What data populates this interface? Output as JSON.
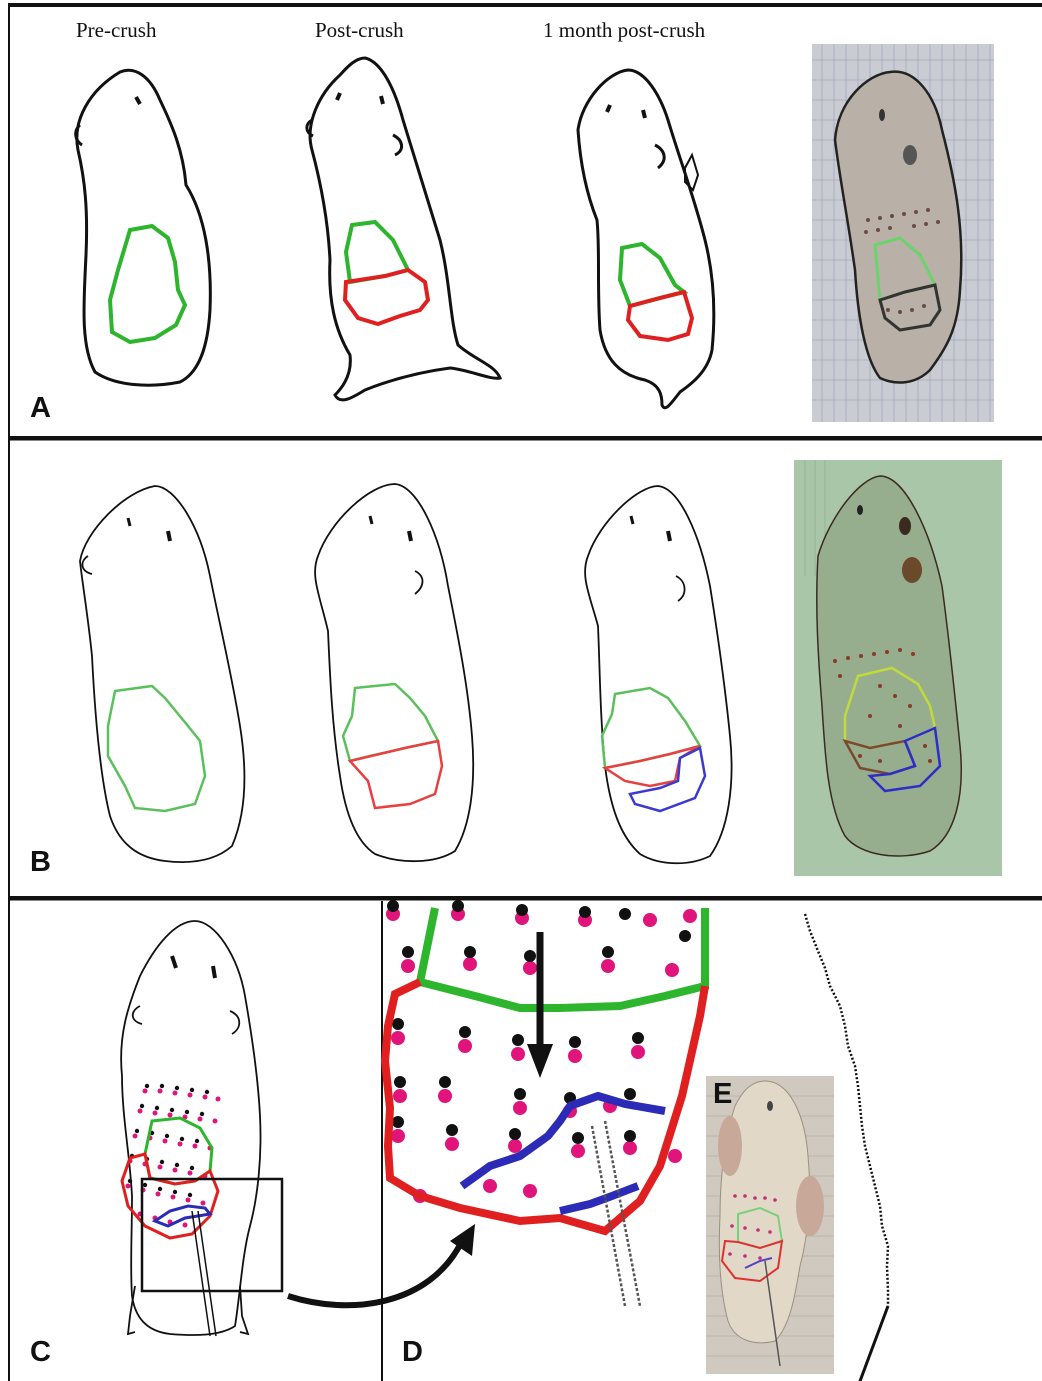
{
  "panel_a": {
    "letter": "A",
    "column_labels": [
      "Pre-crush",
      "Post-crush",
      "1 month post-crush"
    ]
  },
  "panel_b": {
    "letter": "B"
  },
  "panel_c": {
    "letter": "C"
  },
  "panel_d": {
    "letter": "D"
  },
  "panel_e": {
    "letter": "E"
  },
  "colors": {
    "green": "#2db52d",
    "red": "#e02020",
    "blue": "#2b2bb8",
    "magenta": "#e0147a",
    "outline": "#111111",
    "photo_a_bg": "#c9ccd2",
    "photo_b_bg": "#a9c6a9",
    "photo_e_bg": "#cfc9c0"
  }
}
